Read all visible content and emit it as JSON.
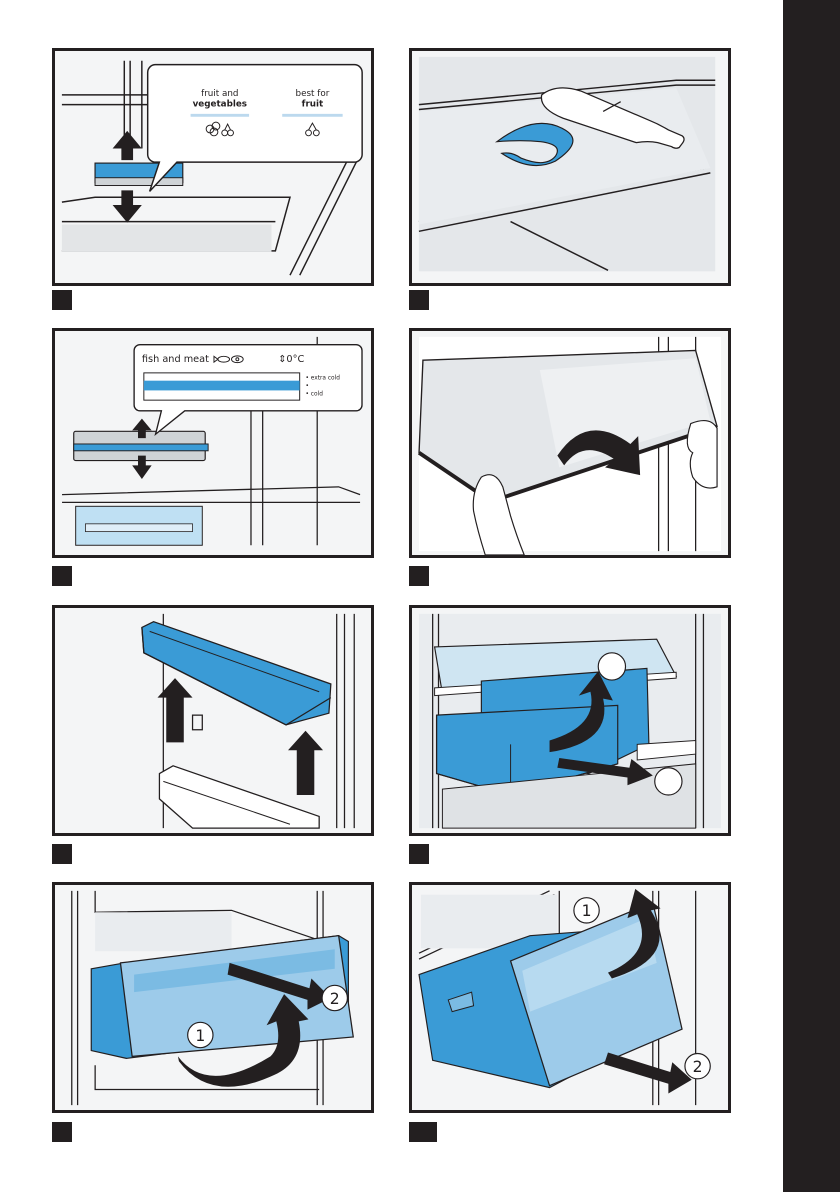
{
  "colors": {
    "accent_blue": "#3a9bd6",
    "line_dark": "#231f20",
    "panel_bg": "#f4f5f6",
    "sidebar": "#231f20"
  },
  "figures": [
    {
      "id": "fig1",
      "callout": {
        "left_label_1": "fruit and",
        "left_label_2": "vegetables",
        "right_label_1": "best for",
        "right_label_2": "fruit"
      }
    },
    {
      "id": "fig2"
    },
    {
      "id": "fig3",
      "callout": {
        "title": "fish and meat",
        "temp": "0°C",
        "scale_top": "extra cold",
        "scale_bottom": "cold"
      }
    },
    {
      "id": "fig4"
    },
    {
      "id": "fig5"
    },
    {
      "id": "fig6"
    },
    {
      "id": "fig7",
      "markers": [
        "1",
        "2"
      ]
    },
    {
      "id": "fig8",
      "markers": [
        "1",
        "2"
      ]
    }
  ]
}
